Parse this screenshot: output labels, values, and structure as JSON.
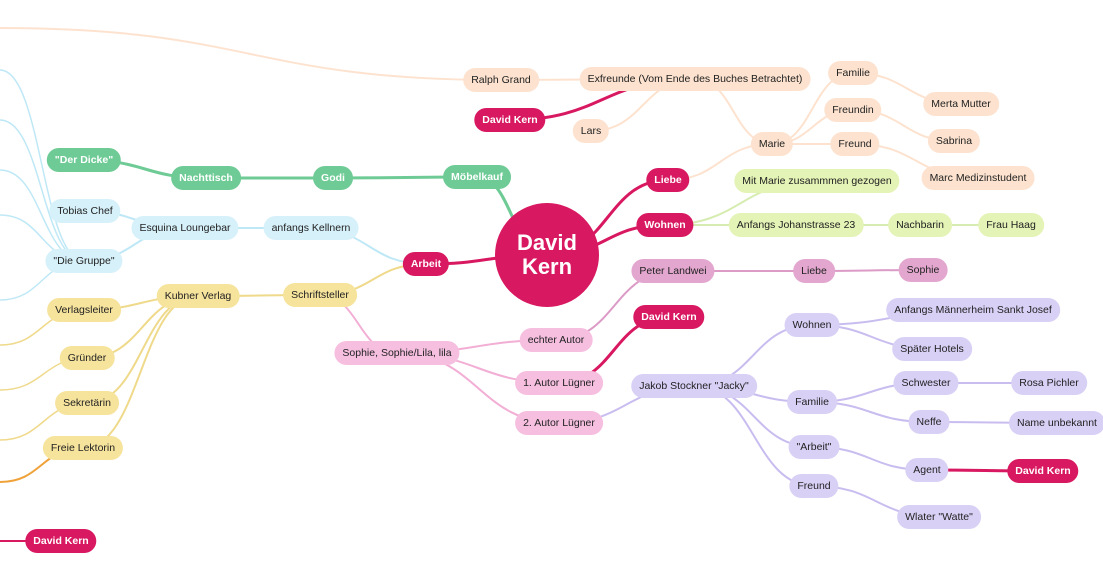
{
  "root": {
    "line1": "David",
    "line2": "Kern"
  },
  "colors": {
    "crimson": "#d81860",
    "peach": "#fde3cf",
    "green": "#6fcb96",
    "lime": "#e4f3b6",
    "sky": "#d6f1fa",
    "yellow": "#f6e39c",
    "pink": "#f6bfe0",
    "mauve": "#e3a7cf",
    "lavender": "#d9d0f6"
  },
  "nodes": {
    "ralph": "Ralph Grand",
    "exfreunde": "Exfreunde (Vom Ende  des Buches Betrachtet)",
    "dk_top": "David Kern",
    "lars": "Lars",
    "familie_r": "Familie",
    "merta": "Merta Mutter",
    "freundin": "Freundin",
    "sabrina": "Sabrina",
    "marie": "Marie",
    "freund_r": "Freund",
    "marc": "Marc Medizinstudent",
    "liebe": "Liebe",
    "mit_marie": "Mit Marie zusammmen gezogen",
    "wohnen": "Wohnen",
    "johan": "Anfangs Johanstrasse 23",
    "nachbarin": "Nachbarin",
    "haag": "Frau Haag",
    "moebel": "Möbelkauf",
    "godi": "Godi",
    "nachttisch": "Nachttisch",
    "dicke": "\"Der Dicke\"",
    "tobias": "Tobias Chef",
    "esquina": "Esquina Loungebar",
    "kellnern": "anfangs Kellnern",
    "arbeit": "Arbeit",
    "gruppe": "\"Die Gruppe\"",
    "schrift": "Schriftsteller",
    "kubner": "Kubner Verlag",
    "verlagsleiter": "Verlagsleiter",
    "gruender": "Gründer",
    "sekretaerin": "Sekretärin",
    "lektorin": "Freie Lektorin",
    "dk_bottom": "David Kern",
    "sophie_lila": "Sophie, Sophie/Lila, lila",
    "echter": "echter Autor",
    "luegner1": "1. Autor Lügner",
    "luegner2": "2. Autor Lügner",
    "dk_mid": "David Kern",
    "peter": "Peter Landwei",
    "liebe2": "Liebe",
    "sophie": "Sophie",
    "jakob": "Jakob Stockner \"Jacky\"",
    "wohnen2": "Wohnen",
    "maennerheim": "Anfangs Männerheim Sankt Josef",
    "hotels": "Später Hotels",
    "familie2": "Familie",
    "schwester": "Schwester",
    "rosa": "Rosa Pichler",
    "neffe": "Neffe",
    "unbekannt": "Name unbekannt",
    "arbeit2": "\"Arbeit\"",
    "agent": "Agent",
    "dk_agent": "David Kern",
    "freund2": "Freund",
    "watte": "Wlater \"Watte\""
  }
}
